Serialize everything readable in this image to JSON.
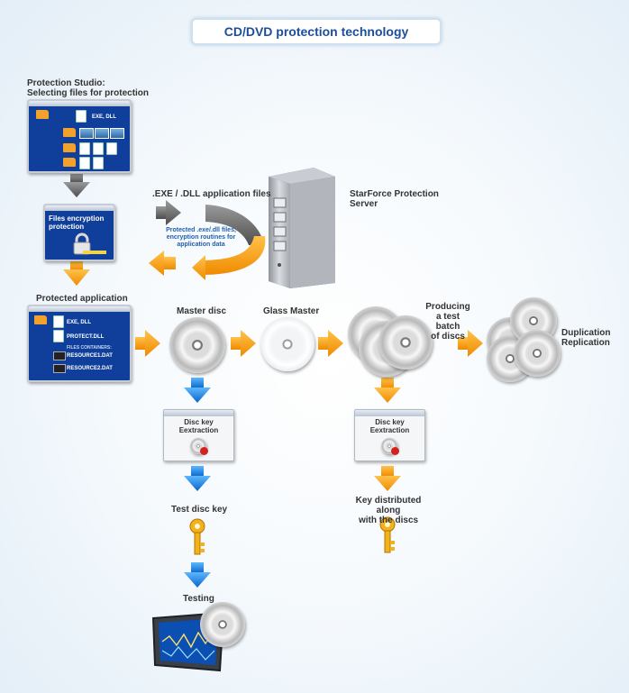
{
  "title": "CD/DVD protection technology",
  "studio": {
    "heading_line1": "Protection Studio:",
    "heading_line2": "Selecting files for protection",
    "exe_dll": "EXE, DLL"
  },
  "encrypt_window": {
    "line1": "Files encryption",
    "line2": "protection"
  },
  "app_files": {
    "label": ".EXE / .DLL application files"
  },
  "protected_note": {
    "line1": "Protected .exe/.dll files,",
    "line2": "encryption routines for",
    "line3": "application data"
  },
  "server": {
    "line1": "StarForce Protection",
    "line2": "Server"
  },
  "protected_app": {
    "heading": "Protected application",
    "file1": "EXE, DLL",
    "file2": "PROTECT.DLL",
    "containers_label": "FILES CONTAINERS:",
    "file3": "RESOURCE1.DAT",
    "file4": "RESOURCE2.DAT"
  },
  "master_disc": "Master disc",
  "glass_master": "Glass Master",
  "test_batch": {
    "line1": "Producing",
    "line2": "a test  batch",
    "line3": "of discs"
  },
  "duplication": {
    "line1": "Duplication",
    "line2": "Replication"
  },
  "key_extract_1": {
    "line1": "Disc key",
    "line2": "Eextraction"
  },
  "key_extract_2": {
    "line1": "Disc key",
    "line2": "Eextraction"
  },
  "test_disc_key": "Test disc key",
  "key_distributed": {
    "line1": "Key distributed along",
    "line2": "with the discs"
  },
  "testing": "Testing",
  "colors": {
    "title": "#1d4e9a",
    "orange": "#f49a12",
    "blue": "#1e7fd9",
    "gray": "#666666",
    "window": "#0f3f9a"
  }
}
